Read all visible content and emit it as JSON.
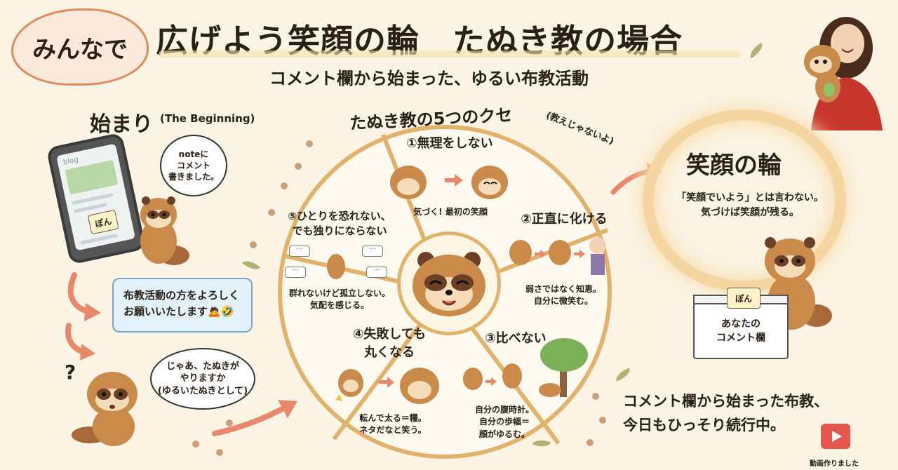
{
  "badge": {
    "text": "みんなで"
  },
  "header": {
    "title": "広げよう笑顔の輪　たぬき教の場合",
    "subtitle": "コメント欄から始まった、ゆるい布教活動"
  },
  "beginning": {
    "title": "始まり",
    "title_en": "(The Beginning)",
    "blog_label": "blog",
    "phone_pon": "ぽん",
    "note_bubble": [
      "noteに",
      "コメント",
      "書きました。"
    ],
    "request_box": [
      "布教活動の方をよろしく",
      "お願いいたします🙇🤣"
    ],
    "reply_bubble": [
      "じゃあ、たぬきが",
      "やりますか",
      "(ゆるいたぬきとして)"
    ],
    "question_mark": "?"
  },
  "wheel": {
    "title": "たぬき教の5つのクセ",
    "note": "(教えじゃないよ)",
    "segments": [
      {
        "title": "①無理をしない",
        "caption": [
          "気づく! 最初の笑顔"
        ]
      },
      {
        "title": "②正直に化ける",
        "caption": [
          "弱さではなく知恵。",
          "自分に微笑む。"
        ]
      },
      {
        "title": "③比べない",
        "caption": [
          "自分の腹時計。",
          "自分の歩幅＝",
          "顔がゆるむ。"
        ]
      },
      {
        "title": "④失敗しても",
        "title2": "丸くなる",
        "caption": [
          "転んで太る＝糧。",
          "ネタだなと笑う。"
        ]
      },
      {
        "title": "⑤ひとりを恐れない、",
        "title2": "でも独りにならない",
        "caption": [
          "群れないけど孤立しない。",
          "気配を感じる。"
        ]
      }
    ]
  },
  "smile_ring": {
    "title": "笑顔の輪",
    "desc": [
      "「笑顔でいよう」とは言わない。",
      "気づけば笑顔が残る。"
    ]
  },
  "comment_box": {
    "pon": "ぽん",
    "label": [
      "あなたの",
      "コメント欄"
    ]
  },
  "footer": {
    "lines": [
      "コメント欄から始まった布教、",
      "今日もひっそり続行中。"
    ],
    "video_label": "動画作りました"
  },
  "colors": {
    "background": "#fbf4e4",
    "tanuki_body": "#c98a4a",
    "wheel_border": "#e2b16a",
    "arrow": "#e8876a",
    "request_box_bg": "#e3f1fa"
  }
}
